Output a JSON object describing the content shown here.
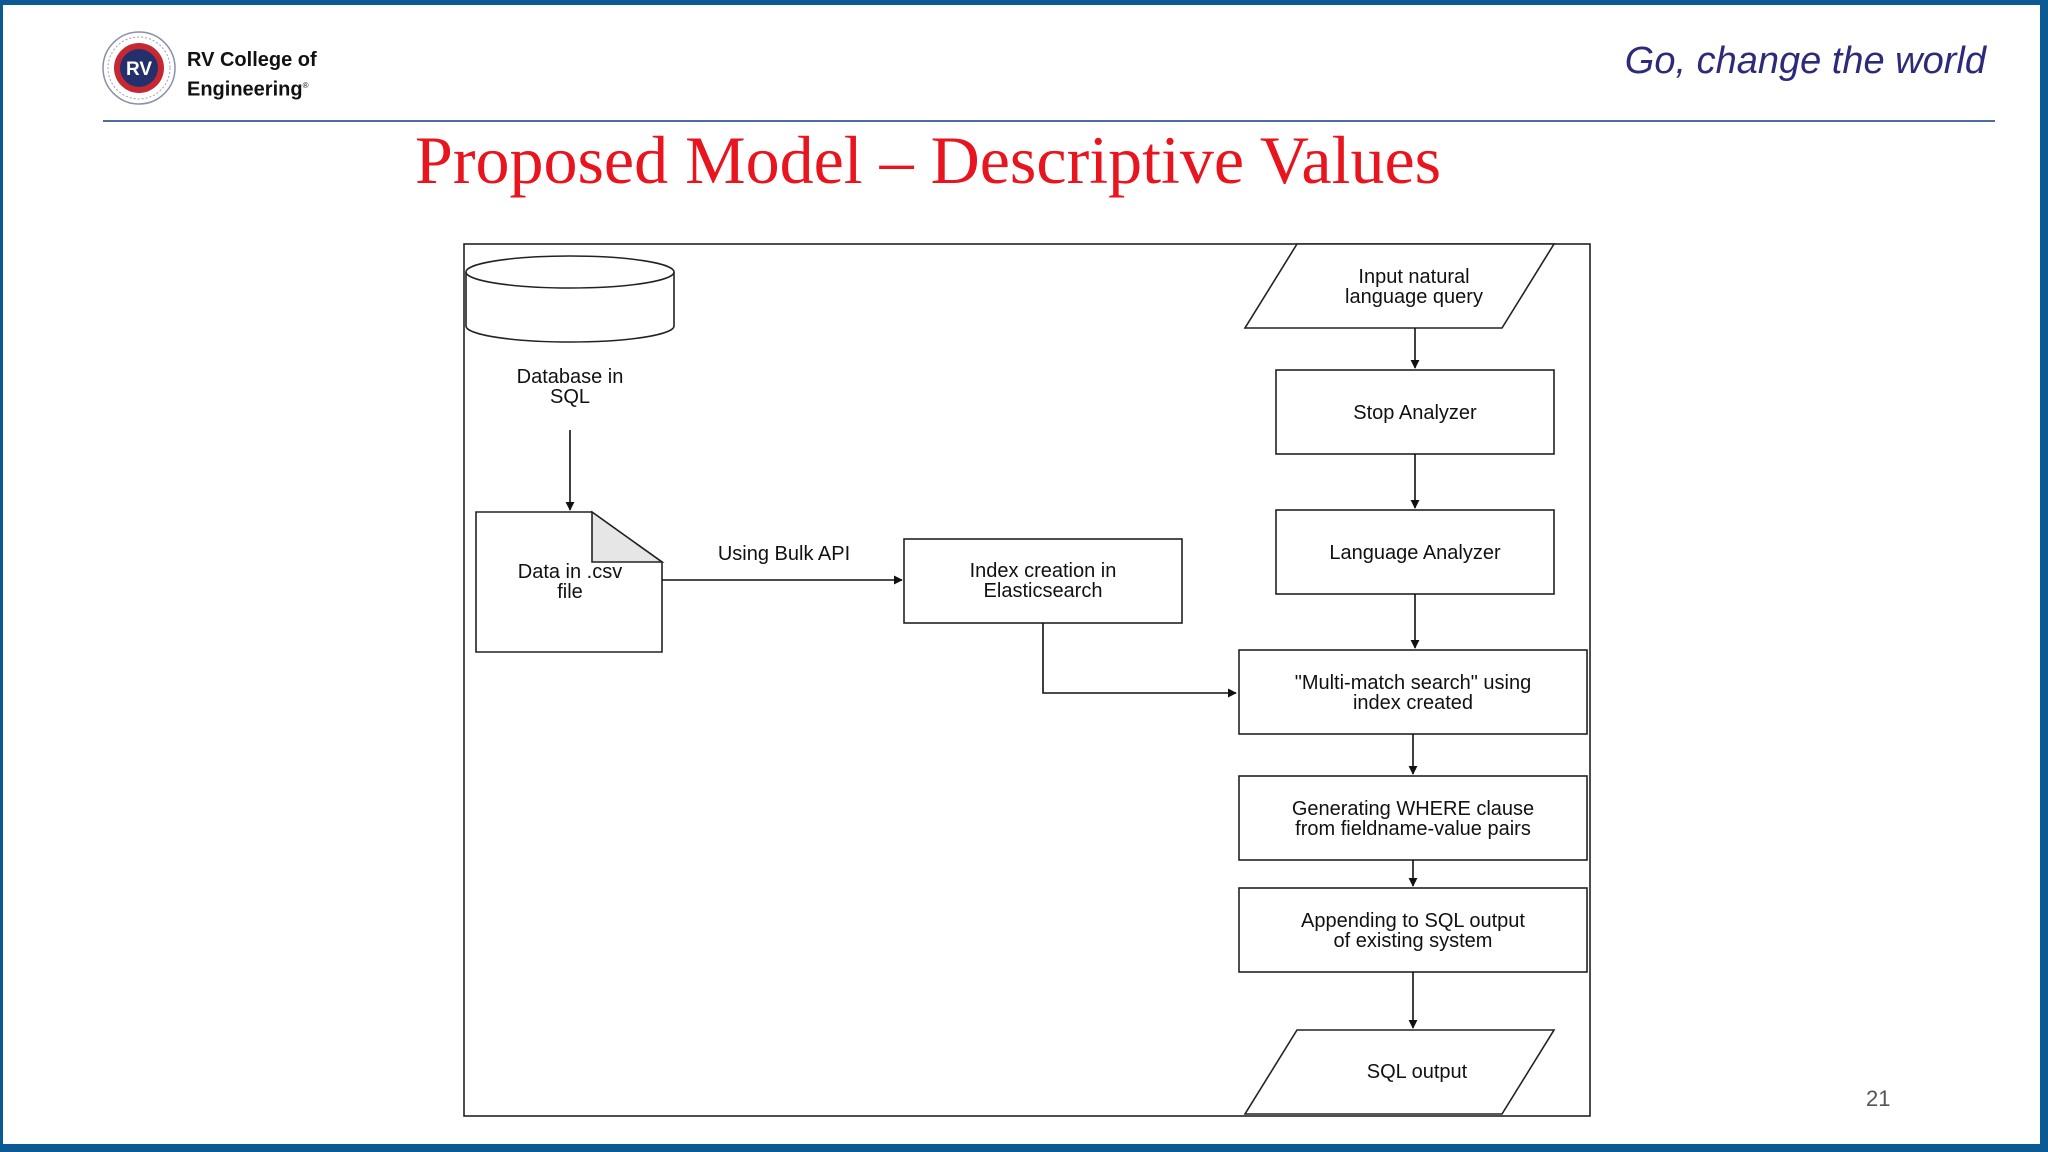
{
  "header": {
    "college_line1": "RV College of",
    "college_line2": "Engineering",
    "trademark": "®",
    "tagline": "Go, change the world",
    "logo_text": "RV"
  },
  "slide": {
    "title": "Proposed Model – Descriptive Values",
    "page_number": "21"
  },
  "diagram": {
    "database": [
      "Database in",
      "SQL"
    ],
    "csv_file": [
      "Data in .csv",
      "file"
    ],
    "bulk_api": "Using Bulk API",
    "index_creation": [
      "Index creation in",
      "Elasticsearch"
    ],
    "input_query": [
      "Input natural",
      "language query"
    ],
    "stop_analyzer": "Stop Analyzer",
    "language_analyzer": "Language Analyzer",
    "multi_match": [
      "\"Multi-match search\" using",
      "index created"
    ],
    "where_clause": [
      "Generating WHERE clause",
      "from fieldname-value pairs"
    ],
    "appending": [
      "Appending to SQL output",
      "of existing system"
    ],
    "sql_output": "SQL output"
  },
  "colors": {
    "frame": "#0b5a93",
    "title_red": "#e8141e",
    "tagline_navy": "#2d2a7a"
  }
}
